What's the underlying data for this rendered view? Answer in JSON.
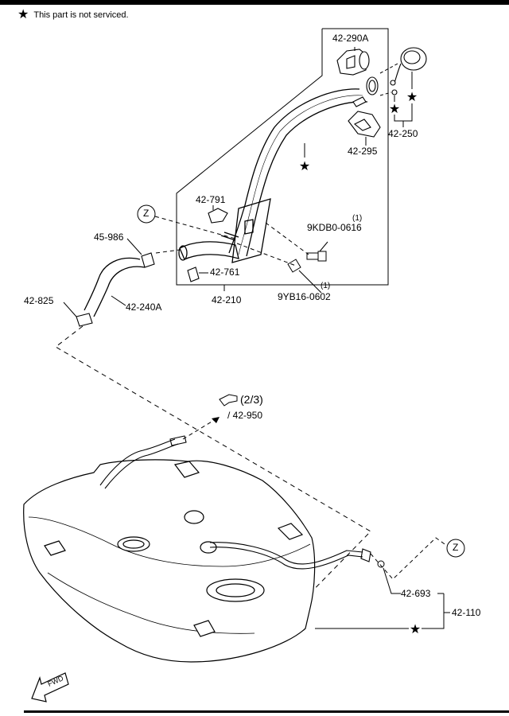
{
  "legend": {
    "symbol": "★",
    "text": "This part is not serviced."
  },
  "callouts": {
    "p42_290A": "42-290A",
    "p42_250": "42-250",
    "p42_295": "42-295",
    "p42_791": "42-791",
    "zone_upper": "Z",
    "p45_986": "45-986",
    "p9KDB0_qty": "(1)",
    "p9KDB0": "9KDB0-0616",
    "p42_761": "42-761",
    "p9YB16_qty": "(1)",
    "p9YB16": "9YB16-0602",
    "p42_825": "42-825",
    "p42_240A": "42-240A",
    "p42_210": "42-210",
    "ref_page": "(2/3)",
    "ref_part": "/ 42-950",
    "zone_lower": "Z",
    "p42_693": "42-693",
    "p42_110": "42-110",
    "fwd": "FWD"
  },
  "icons": [
    "star-icon",
    "pointing-hand-icon",
    "fwd-arrow-icon"
  ]
}
